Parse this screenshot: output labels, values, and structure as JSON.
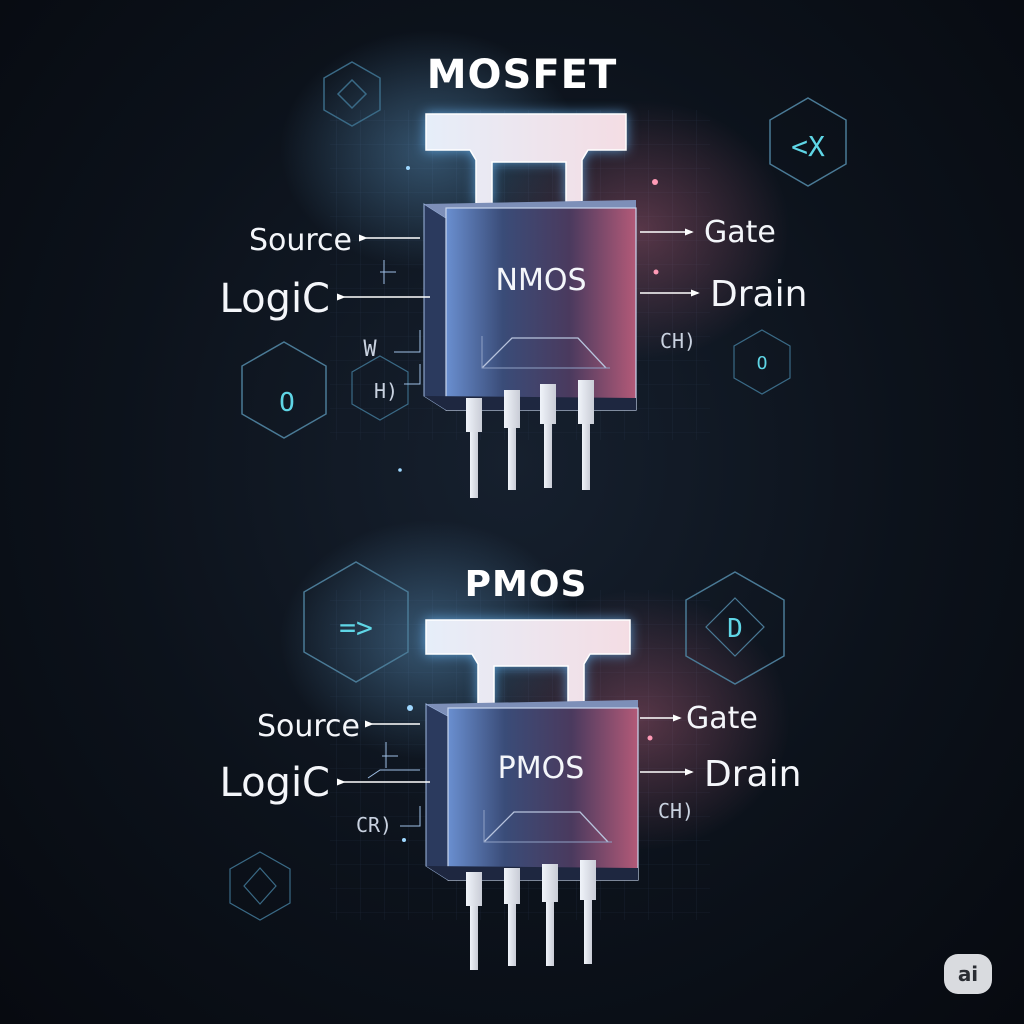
{
  "title": "MOSFET",
  "colors": {
    "accent_blue": "#7cc6ff",
    "accent_red": "#ff7fa0",
    "hex_cyan": "#5fd6e6",
    "background": "#0c121b"
  },
  "top_panel": {
    "chip_label": "NMOS",
    "left_labels": [
      "Source",
      "LogiC"
    ],
    "right_labels": [
      "Gate",
      "Drain"
    ],
    "small_marks": [
      "W",
      "H)",
      "CH)"
    ]
  },
  "bottom_panel": {
    "heading": "PMOS",
    "chip_label": "PMOS",
    "left_labels": [
      "Source",
      "LogiC"
    ],
    "right_labels": [
      "Gate",
      "Drain"
    ],
    "small_marks": [
      "CR)",
      "CH)"
    ]
  },
  "hex_tokens": {
    "top_left": "O",
    "top_right": "<X",
    "mid_right": "O",
    "bottom_left": "=>",
    "bottom_right": "D"
  },
  "badge": "ai"
}
